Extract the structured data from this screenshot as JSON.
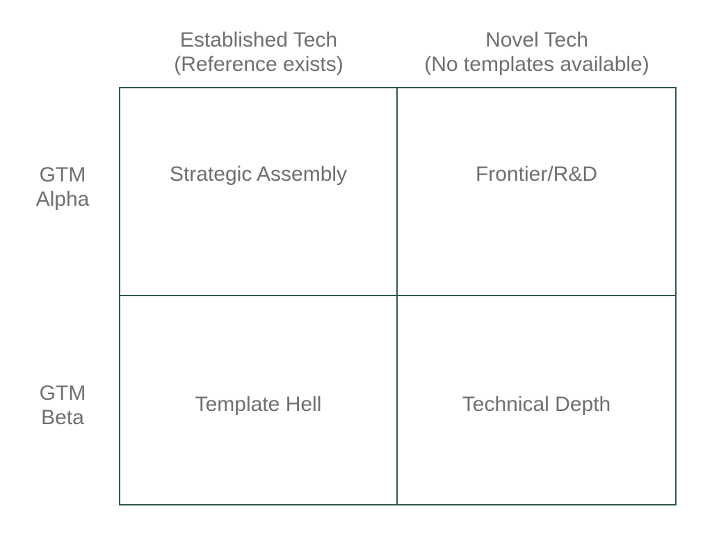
{
  "columns": [
    {
      "line1": "Established Tech",
      "line2": "(Reference exists)"
    },
    {
      "line1": "Novel Tech",
      "line2": "(No templates available)"
    }
  ],
  "rows": [
    {
      "line1": "GTM",
      "line2": "Alpha"
    },
    {
      "line1": "GTM",
      "line2": "Beta"
    }
  ],
  "cells": {
    "top_left": "Strategic Assembly",
    "top_right": "Frontier/R&D",
    "bottom_left": "Template Hell",
    "bottom_right": "Technical Depth"
  },
  "colors": {
    "grid_line": "#2f5a49",
    "text": "#6f6f73",
    "background": "#ffffff"
  }
}
